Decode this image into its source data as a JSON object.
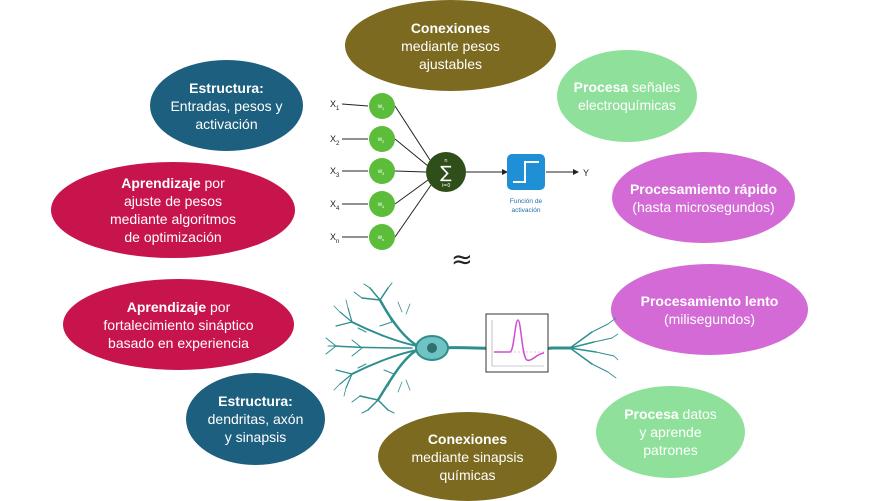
{
  "bubbles": {
    "conexiones_top": {
      "bold": "Conexiones",
      "lines": [
        "mediante pesos",
        "ajustables"
      ]
    },
    "estructura_top": {
      "bold": "Estructura:",
      "lines": [
        "Entradas, pesos y",
        "activación"
      ]
    },
    "procesa_elec": {
      "bold": "Procesa",
      "inline": " señales",
      "lines": [
        "electroquímicas"
      ]
    },
    "aprendizaje_top": {
      "bold": "Aprendizaje",
      "inline": " por",
      "lines": [
        "ajuste de pesos",
        "mediante algoritmos",
        "de optimización"
      ]
    },
    "proc_rapido": {
      "bold": "Procesamiento rápido",
      "lines": [
        "(hasta microsegundos)"
      ]
    },
    "aprendizaje_bot": {
      "bold": "Aprendizaje",
      "inline": " por",
      "lines": [
        "fortalecimiento sináptico",
        "basado en experiencia"
      ]
    },
    "proc_lento": {
      "bold": "Procesamiento lento",
      "lines": [
        "(milisegundos)"
      ]
    },
    "estructura_bot": {
      "bold": "Estructura:",
      "lines": [
        "dendritas, axón",
        "y sinapsis"
      ]
    },
    "procesa_datos": {
      "bold": "Procesa",
      "inline": " datos",
      "lines": [
        "y aprende",
        "patrones"
      ]
    },
    "conexiones_bot": {
      "bold": "Conexiones",
      "lines": [
        "mediante sinapsis",
        "químicas"
      ]
    }
  },
  "perceptron": {
    "inputs": [
      "X1",
      "X2",
      "X3",
      "X4",
      "Xn"
    ],
    "input_main": [
      "X",
      "X",
      "X",
      "X",
      "X"
    ],
    "input_sub": [
      "1",
      "2",
      "3",
      "4",
      "n"
    ],
    "weights_main": [
      "w",
      "w",
      "w",
      "w",
      "w"
    ],
    "weights_sub": [
      "1",
      "2",
      "3",
      "4",
      "n"
    ],
    "sum_symbol": "∑",
    "sum_top": "n",
    "sum_bottom": "i=0",
    "activation_label_1": "Función de",
    "activation_label_2": "activación",
    "output": "Y"
  },
  "approx_symbol": "≈",
  "colors": {
    "olive": "#7b6a1f",
    "teal": "#1d5f7e",
    "crimson": "#c8144d",
    "green": "#8fe09a",
    "violet": "#d36ad5",
    "weight_node": "#5bbd3a",
    "sum_node": "#2f4f1a",
    "activation_box": "#1f8fd6",
    "neuron": "#2f8f8f"
  }
}
